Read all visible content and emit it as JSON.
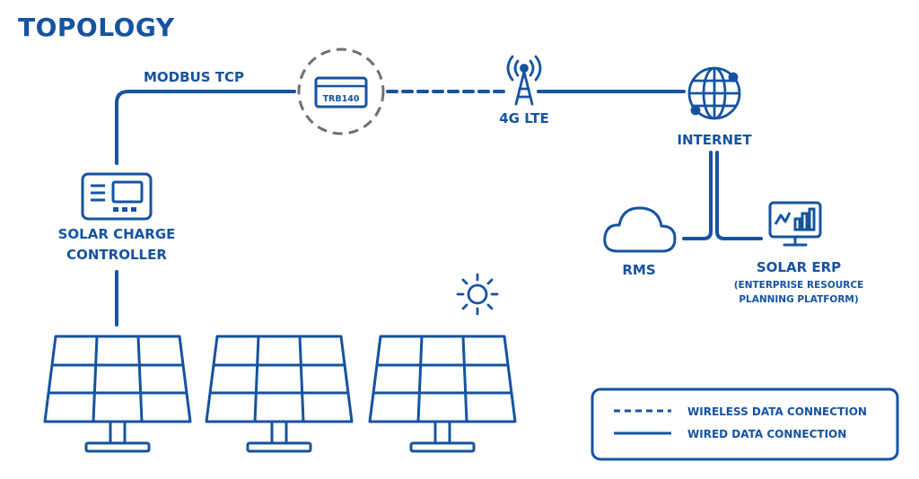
{
  "title": "TOPOLOGY",
  "labels": {
    "modbus": "MODBUS TCP",
    "router_model": "TRB140",
    "lte": "4G LTE",
    "internet": "INTERNET",
    "controller_line1": "SOLAR CHARGE",
    "controller_line2": "CONTROLLER",
    "rms": "RMS",
    "erp": "SOLAR ERP",
    "erp_sub1": "(ENTERPRISE RESOURCE",
    "erp_sub2": "PLANNING PLATFORM)"
  },
  "legend": {
    "wireless": "WIRELESS DATA CONNECTION",
    "wired": "WIRED DATA CONNECTION"
  },
  "colors": {
    "primary": "#1653a0",
    "router_ring": "#6b6f78"
  }
}
